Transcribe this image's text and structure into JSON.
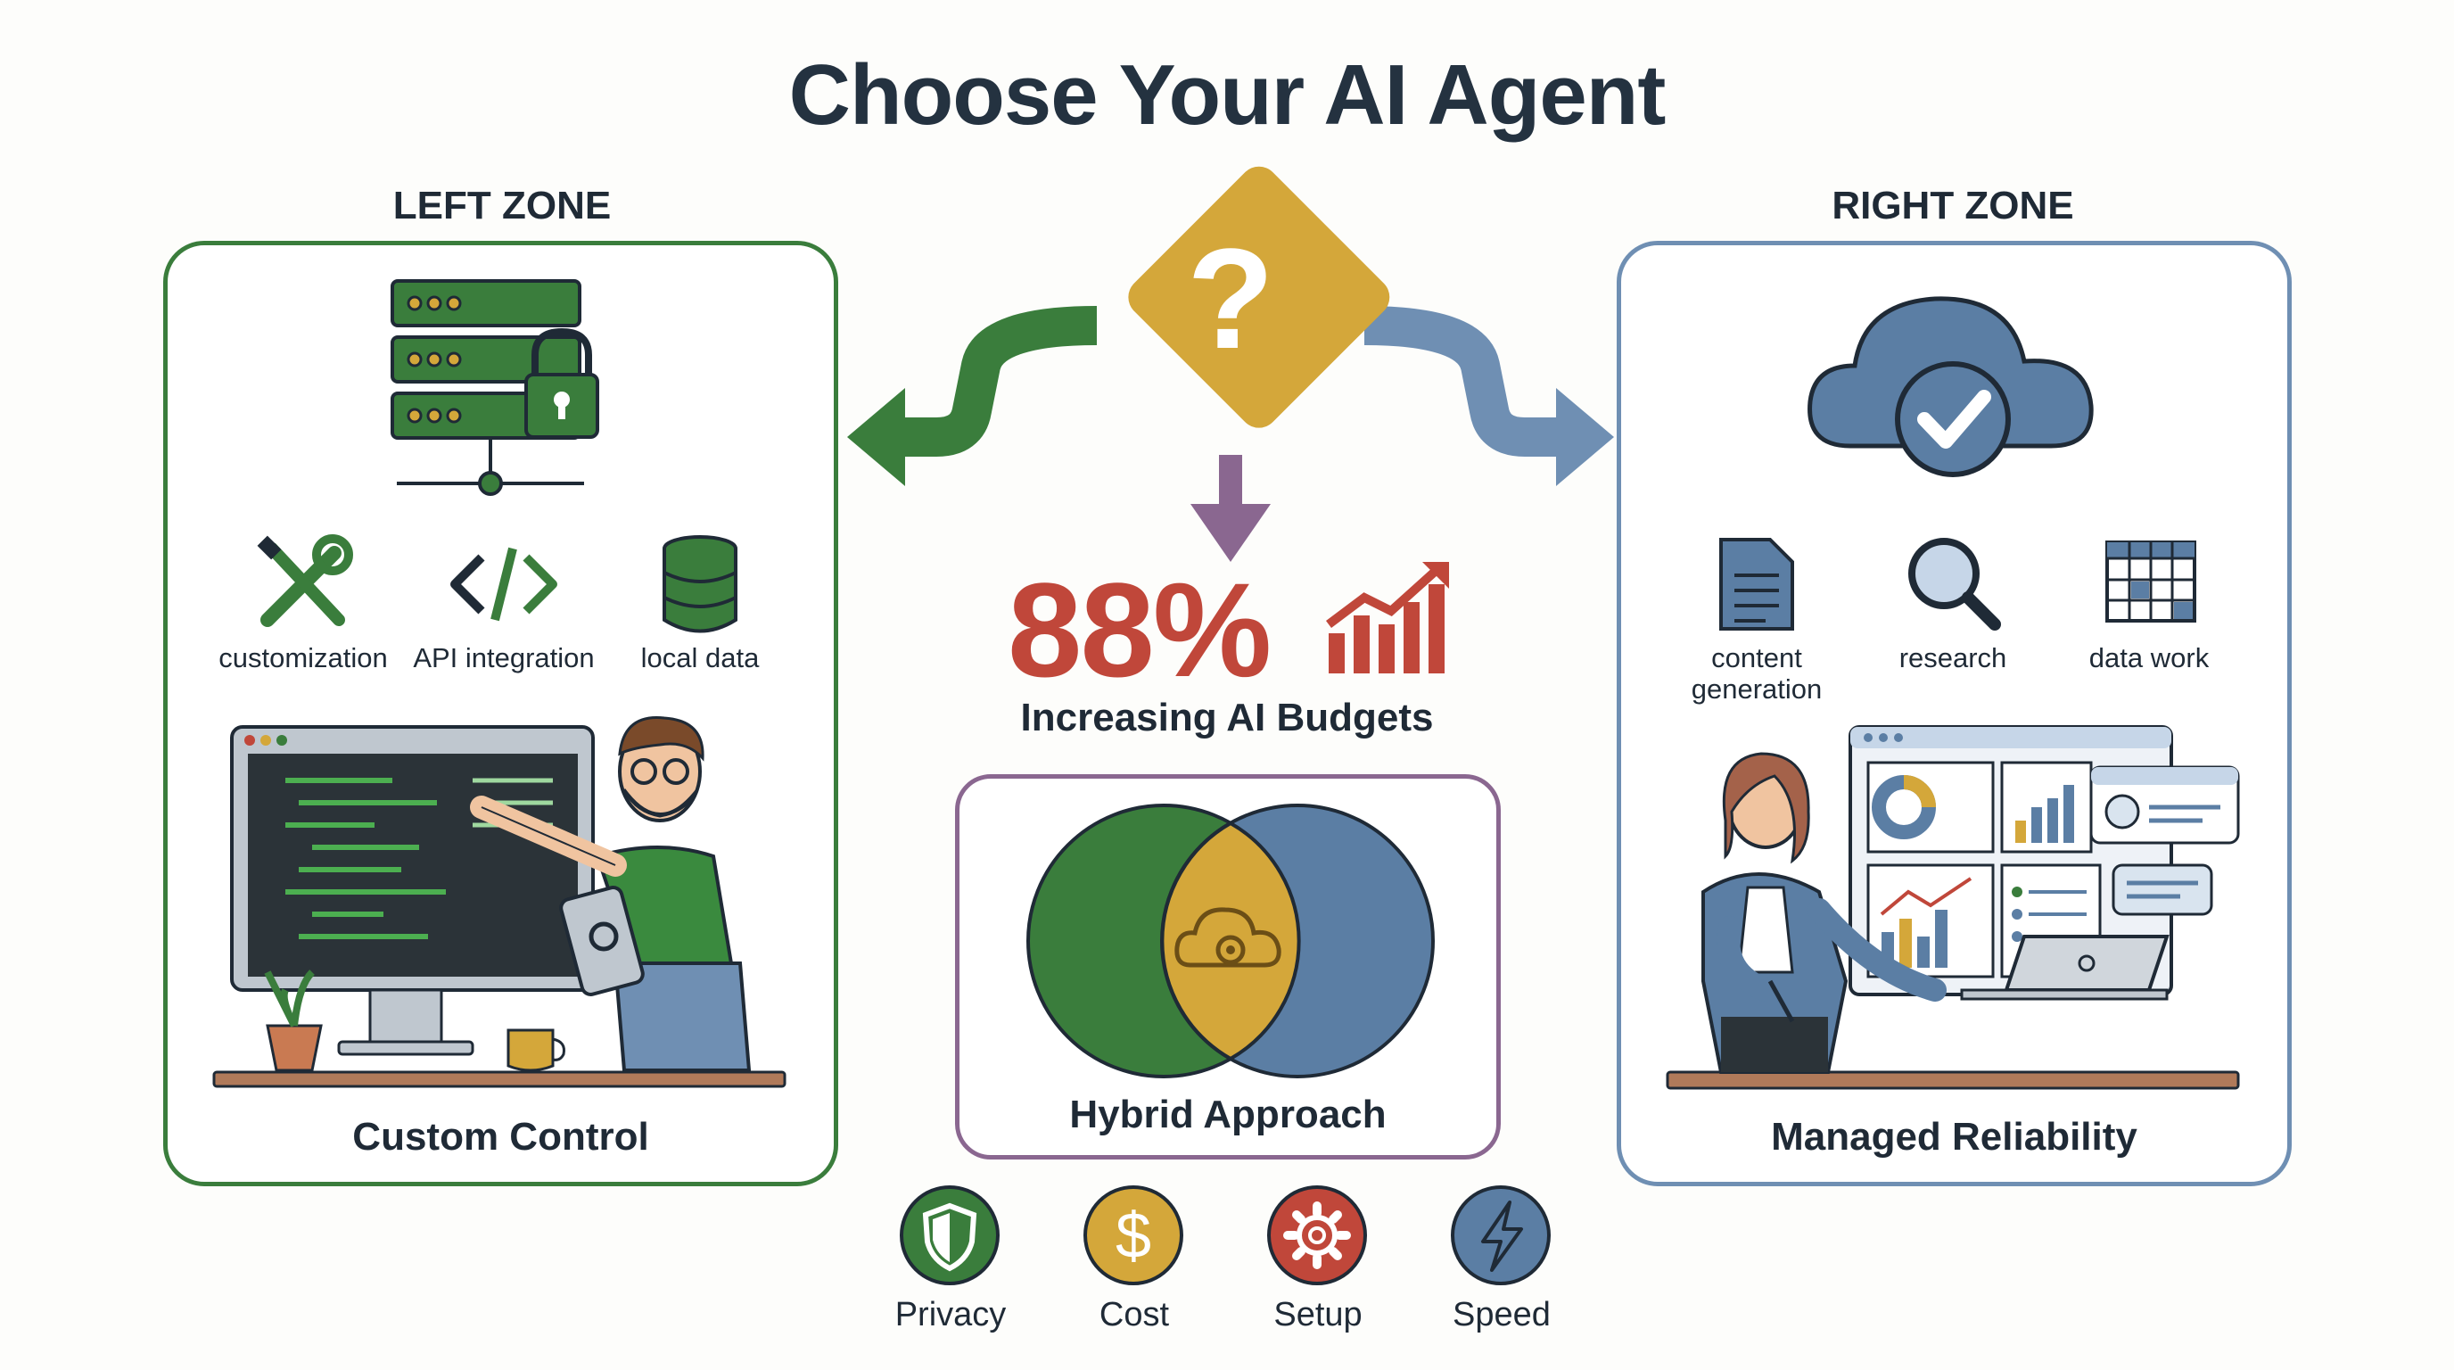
{
  "title": "Choose Your AI Agent",
  "left_zone": {
    "heading": "LEFT ZONE",
    "features": [
      {
        "icon": "wrench-screwdriver-icon",
        "label": "customization"
      },
      {
        "icon": "code-brackets-icon",
        "label": "API integration"
      },
      {
        "icon": "database-icon",
        "label": "local data"
      }
    ],
    "caption": "Custom Control",
    "color": "#3a7d3c"
  },
  "right_zone": {
    "heading": "RIGHT ZONE",
    "features": [
      {
        "icon": "document-icon",
        "label_line1": "content",
        "label_line2": "generation"
      },
      {
        "icon": "magnifier-icon",
        "label": "research"
      },
      {
        "icon": "spreadsheet-icon",
        "label": "data work"
      }
    ],
    "caption": "Managed Reliability",
    "color": "#5b7ea4"
  },
  "center": {
    "decision_symbol": "?",
    "stat_value": "88%",
    "stat_label": "Increasing AI Budgets",
    "hybrid_caption": "Hybrid Approach",
    "colors": {
      "decision": "#d4a73a",
      "stat": "#c0473a",
      "hybrid_border": "#8a6790",
      "down_arrow": "#8a6790"
    }
  },
  "factors": [
    {
      "icon": "shield-icon",
      "label": "Privacy",
      "color": "#3a7d3c"
    },
    {
      "icon": "dollar-icon",
      "label": "Cost",
      "symbol": "$",
      "color": "#d4a73a"
    },
    {
      "icon": "gear-icon",
      "label": "Setup",
      "color": "#c0473a"
    },
    {
      "icon": "lightning-icon",
      "label": "Speed",
      "color": "#5b7ea4"
    }
  ]
}
